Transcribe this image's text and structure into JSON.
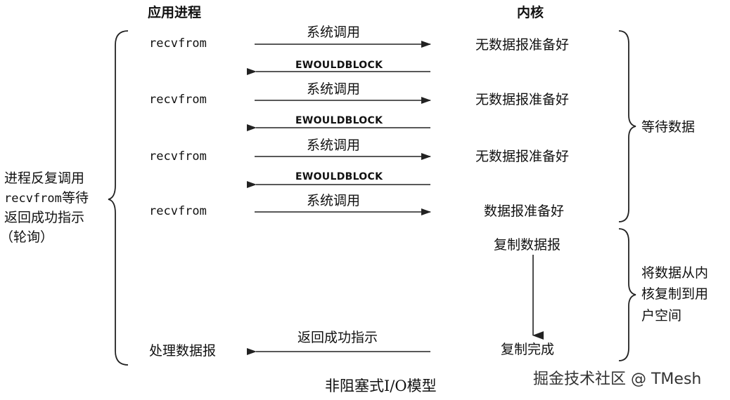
{
  "headers": {
    "app": "应用进程",
    "kernel": "内核"
  },
  "rows": [
    {
      "app": "recvfrom",
      "call": "系统调用",
      "kernel": "无数据报准备好",
      "reply": "EWOULDBLOCK"
    },
    {
      "app": "recvfrom",
      "call": "系统调用",
      "kernel": "无数据报准备好",
      "reply": "EWOULDBLOCK"
    },
    {
      "app": "recvfrom",
      "call": "系统调用",
      "kernel": "无数据报准备好",
      "reply": "EWOULDBLOCK"
    },
    {
      "app": "recvfrom",
      "call": "系统调用",
      "kernel": "数据报准备好"
    }
  ],
  "copy_start": "复制数据报",
  "copy_done": "复制完成",
  "final": {
    "app": "处理数据报",
    "reply": "返回成功指示"
  },
  "left_note": {
    "line1": "进程反复调用",
    "line2_mono": "recvfrom",
    "line2_rest": "等待",
    "line3": "返回成功指示",
    "line4": "（轮询）"
  },
  "right_notes": {
    "wait": "等待数据",
    "copy_line1": "将数据从内",
    "copy_line2": "核复制到用",
    "copy_line3": "户空间"
  },
  "caption": "非阻塞式I/O模型",
  "watermark": "掘金技术社区 @ TMesh"
}
